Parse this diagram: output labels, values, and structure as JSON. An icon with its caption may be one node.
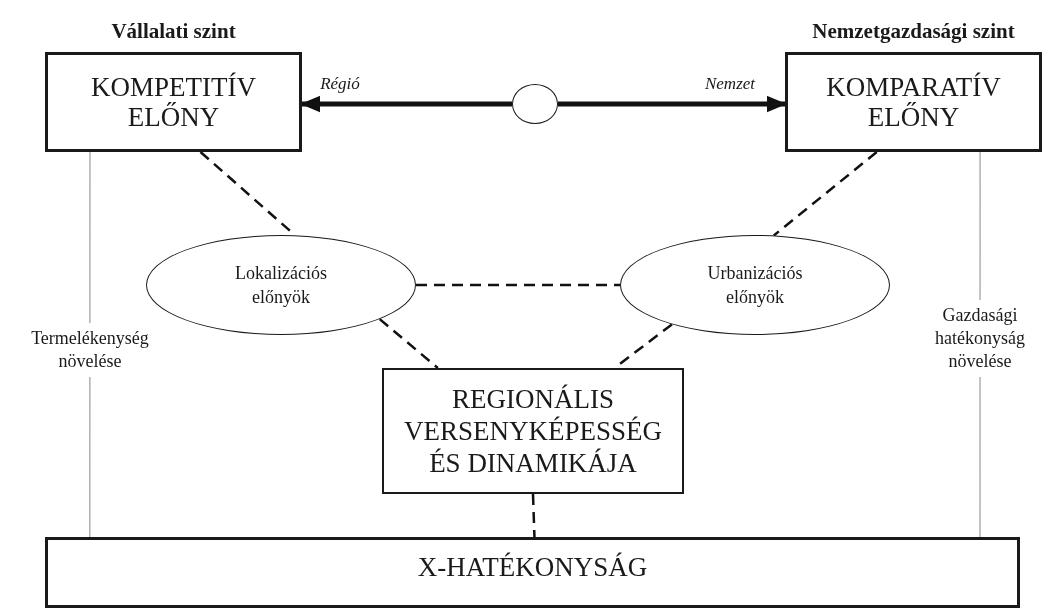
{
  "diagram": {
    "nodes": [
      {
        "text": [
          "KOMPETITÍV ELŐNY"
        ],
        "beside": [
          "Vállalati szint"
        ]
      },
      {
        "text": [
          "KOMPARATÍV ELŐNY"
        ],
        "beside": [
          "Nemzetgazdasági szint"
        ]
      },
      {
        "text": [],
        "shape": "circle"
      },
      {
        "text": [
          "Lokalizációs előnyök"
        ]
      },
      {
        "text": [
          "Urbanizációs előnyök"
        ]
      },
      {
        "text": [
          "REGIONÁLIS VERSENYKÉPESSÉG ÉS DINAMIKÁJA"
        ]
      },
      {
        "text": [
          "X-HATÉKONYSÁG"
        ]
      }
    ],
    "edges": [
      {
        "from": 2,
        "to": 0,
        "arrow": "to",
        "label": "Régió",
        "style": "thick"
      },
      {
        "from": 2,
        "to": 1,
        "arrow": "to",
        "label": "Nemzet",
        "style": "thick"
      },
      {
        "from": 0,
        "to": 3,
        "arrow": "none",
        "style": "dashed"
      },
      {
        "from": 1,
        "to": 4,
        "arrow": "none",
        "style": "dashed"
      },
      {
        "from": 3,
        "to": 4,
        "arrow": "none",
        "style": "dashed"
      },
      {
        "from": 3,
        "to": 5,
        "arrow": "none",
        "style": "dashed"
      },
      {
        "from": 4,
        "to": 5,
        "arrow": "none",
        "style": "dashed"
      },
      {
        "from": 5,
        "to": 6,
        "arrow": "none",
        "style": "dashed"
      },
      {
        "from": 0,
        "to": 6,
        "arrow": "none",
        "label": "Termelékenység növelése",
        "color": "#888888"
      },
      {
        "from": 1,
        "to": 6,
        "arrow": "none",
        "label": "Gazdasági hatékonyság növelése",
        "color": "#888888"
      }
    ]
  }
}
